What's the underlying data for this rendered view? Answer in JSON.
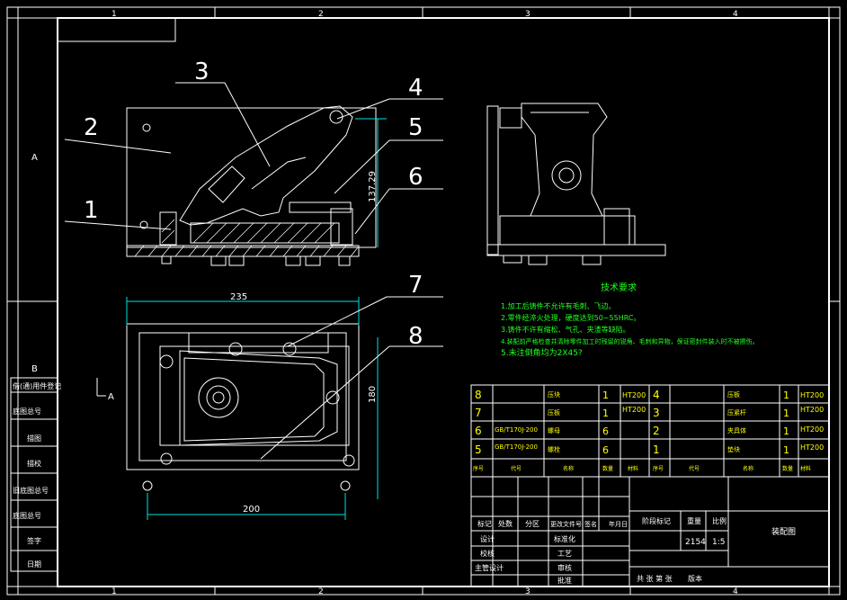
{
  "grid": {
    "top_cols": [
      "1",
      "2",
      "3",
      "4"
    ],
    "bottom_cols": [
      "1",
      "2",
      "3",
      "4"
    ],
    "left_rows": [
      "A",
      "B"
    ]
  },
  "balloons": [
    "1",
    "2",
    "3",
    "4",
    "5",
    "6",
    "7",
    "8"
  ],
  "dimensions": {
    "height": "137.29",
    "width_top": "235",
    "width_bottom": "200",
    "side_right": "180",
    "section": "A"
  },
  "tech": {
    "title": "技术要求",
    "items": [
      "1.加工后铸件不允许有毛刺、飞边。",
      "2.零件经淬火处理，硬度达到50~55HRC。",
      "3.铸件不许有缩松、气孔、夹渣等缺陷。",
      "4.装配前严格检查并清除零件加工时残留的锐角、毛刺和异物，保证密封件装入时不被擦伤。",
      "5.未注倒角均为2X45?"
    ]
  },
  "left_labels": [
    "借(通)用件登记",
    "底图总号",
    "描图",
    "描校",
    "旧底图总号",
    "底图总号",
    "签字",
    "日期"
  ],
  "bom": {
    "rows": [
      {
        "n1": "8",
        "name1": "压块",
        "q1": "1",
        "m1": "HT200",
        "n2": "4",
        "name2": "压板",
        "q2": "1",
        "m2": "HT200"
      },
      {
        "n1": "7",
        "name1": "压板",
        "q1": "1",
        "m1": "HT200",
        "n2": "3",
        "name2": "压紧杆",
        "q2": "1",
        "m2": "HT200"
      },
      {
        "n1": "6",
        "code": "GB/T170J-200",
        "name1": "螺母",
        "q1": "6",
        "m1": "",
        "n2": "2",
        "name2": "夹具体",
        "q2": "1",
        "m2": "HT200"
      },
      {
        "n1": "5",
        "code": "GB/T170J-200",
        "name1": "螺栓",
        "q1": "6",
        "m1": "",
        "n2": "1",
        "name2": "垫块",
        "q2": "1",
        "m2": "HT200"
      }
    ],
    "header": [
      "序号",
      "代号",
      "名称",
      "数量",
      "材料",
      "序号",
      "代号",
      "名称",
      "数量",
      "材料"
    ]
  },
  "title_block": {
    "labels": [
      "标记",
      "处数",
      "分区",
      "更改文件号",
      "签名",
      "年月日"
    ],
    "design": "设计",
    "standard": "标准化",
    "check": "校核",
    "process": "工艺",
    "chief": "主管设计",
    "review": "审核",
    "approve": "批准",
    "stage": "阶段标记",
    "weight": "重量",
    "scale_label": "比例",
    "weight_value": "2154",
    "scale_value": "1:5",
    "sheets": "共  张   第  张",
    "version": "版本",
    "drawing_name": "装配图"
  },
  "colors": {
    "frame": "#ffffff",
    "dim": "#00e0e0",
    "text_bom": "#ffff00",
    "tech": "#20ff20",
    "bg": "#000000"
  }
}
